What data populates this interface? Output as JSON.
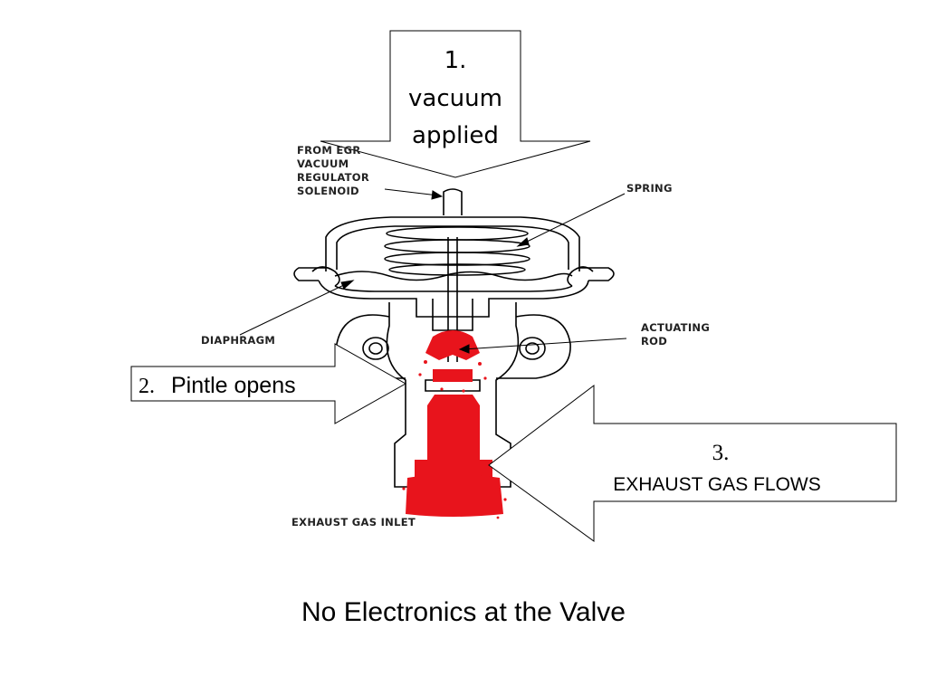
{
  "callouts": {
    "step1": {
      "number": "1.",
      "line1": "vacuum",
      "line2": "applied"
    },
    "step2": {
      "number": "2.",
      "text": "Pintle opens"
    },
    "step3": {
      "number": "3.",
      "text": "EXHAUST GAS FLOWS"
    }
  },
  "labels": {
    "from_egr": [
      "FROM EGR",
      "VACUUM",
      "REGULATOR",
      "SOLENOID"
    ],
    "spring": "SPRING",
    "diaphragm": "DIAPHRAGM",
    "actuating_rod": [
      "ACTUATING",
      "ROD"
    ],
    "exhaust_inlet": "EXHAUST GAS INLET"
  },
  "caption": "No Electronics at the Valve",
  "colors": {
    "exhaust": "#e8141c",
    "outline": "#000000"
  }
}
